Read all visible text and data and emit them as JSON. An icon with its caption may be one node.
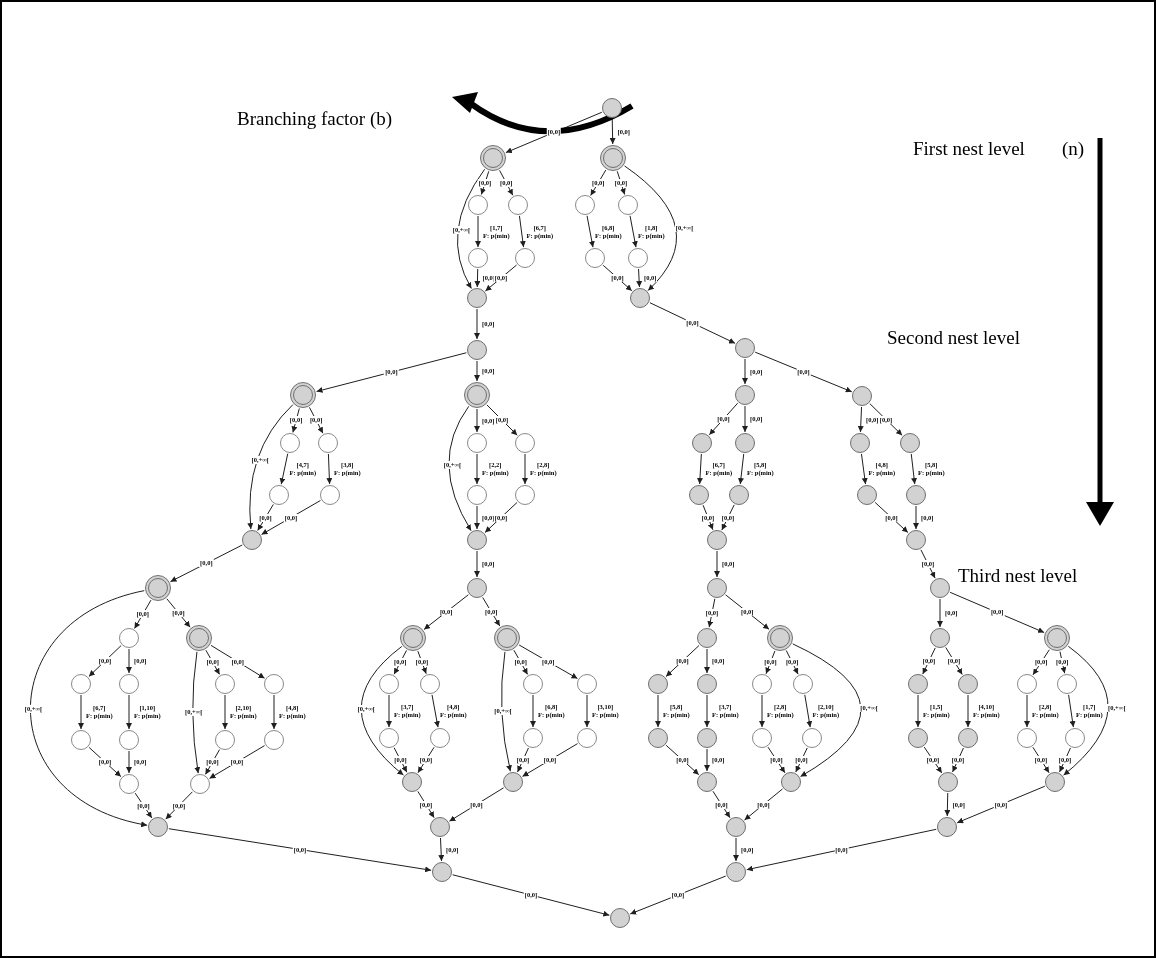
{
  "diagram": {
    "nodes": [
      {
        "text": [],
        "shape": "disc"
      },
      {
        "text": [],
        "shape": "ring"
      },
      {
        "text": [],
        "shape": "ring"
      },
      {
        "text": [],
        "shape": "circle"
      },
      {
        "text": [],
        "shape": "circle"
      },
      {
        "text": [],
        "shape": "circle"
      },
      {
        "text": [],
        "shape": "circle"
      },
      {
        "text": [],
        "shape": "disc"
      },
      {
        "text": [],
        "shape": "circle"
      },
      {
        "text": [],
        "shape": "circle"
      },
      {
        "text": [],
        "shape": "circle"
      },
      {
        "text": [],
        "shape": "circle"
      },
      {
        "text": [],
        "shape": "disc"
      },
      {
        "text": [],
        "shape": "disc"
      },
      {
        "text": [],
        "shape": "disc"
      },
      {
        "text": [],
        "shape": "ring"
      },
      {
        "text": [],
        "shape": "circle"
      },
      {
        "text": [],
        "shape": "circle"
      },
      {
        "text": [],
        "shape": "circle"
      },
      {
        "text": [],
        "shape": "circle"
      },
      {
        "text": [],
        "shape": "disc"
      },
      {
        "text": [],
        "shape": "ring"
      },
      {
        "text": [],
        "shape": "circle"
      },
      {
        "text": [],
        "shape": "circle"
      },
      {
        "text": [],
        "shape": "circle"
      },
      {
        "text": [],
        "shape": "circle"
      },
      {
        "text": [],
        "shape": "disc"
      },
      {
        "text": [],
        "shape": "disc"
      },
      {
        "text": [],
        "shape": "disc"
      },
      {
        "text": [],
        "shape": "disc"
      },
      {
        "text": [],
        "shape": "disc"
      },
      {
        "text": [],
        "shape": "disc"
      },
      {
        "text": [],
        "shape": "disc"
      },
      {
        "text": [],
        "shape": "disc"
      },
      {
        "text": [],
        "shape": "disc"
      },
      {
        "text": [],
        "shape": "disc"
      },
      {
        "text": [],
        "shape": "disc"
      },
      {
        "text": [],
        "shape": "disc"
      },
      {
        "text": [],
        "shape": "disc"
      },
      {
        "text": [],
        "shape": "ring"
      },
      {
        "text": [],
        "shape": "circle"
      },
      {
        "text": [],
        "shape": "circle"
      },
      {
        "text": [],
        "shape": "circle"
      },
      {
        "text": [],
        "shape": "circle"
      },
      {
        "text": [],
        "shape": "circle"
      },
      {
        "text": [],
        "shape": "circle"
      },
      {
        "text": [],
        "shape": "ring"
      },
      {
        "text": [],
        "shape": "circle"
      },
      {
        "text": [],
        "shape": "circle"
      },
      {
        "text": [],
        "shape": "circle"
      },
      {
        "text": [],
        "shape": "circle"
      },
      {
        "text": [],
        "shape": "circle"
      },
      {
        "text": [],
        "shape": "disc"
      },
      {
        "text": [],
        "shape": "disc"
      },
      {
        "text": [],
        "shape": "ring"
      },
      {
        "text": [],
        "shape": "circle"
      },
      {
        "text": [],
        "shape": "circle"
      },
      {
        "text": [],
        "shape": "circle"
      },
      {
        "text": [],
        "shape": "circle"
      },
      {
        "text": [],
        "shape": "disc"
      },
      {
        "text": [],
        "shape": "ring"
      },
      {
        "text": [],
        "shape": "circle"
      },
      {
        "text": [],
        "shape": "circle"
      },
      {
        "text": [],
        "shape": "circle"
      },
      {
        "text": [],
        "shape": "circle"
      },
      {
        "text": [],
        "shape": "disc"
      },
      {
        "text": [],
        "shape": "disc"
      },
      {
        "text": [],
        "shape": "disc"
      },
      {
        "text": [],
        "shape": "disc"
      },
      {
        "text": [],
        "shape": "disc"
      },
      {
        "text": [],
        "shape": "disc"
      },
      {
        "text": [],
        "shape": "disc"
      },
      {
        "text": [],
        "shape": "disc"
      },
      {
        "text": [],
        "shape": "disc"
      },
      {
        "text": [],
        "shape": "disc"
      },
      {
        "text": [],
        "shape": "ring"
      },
      {
        "text": [],
        "shape": "circle"
      },
      {
        "text": [],
        "shape": "circle"
      },
      {
        "text": [],
        "shape": "circle"
      },
      {
        "text": [],
        "shape": "circle"
      },
      {
        "text": [],
        "shape": "disc"
      },
      {
        "text": [],
        "shape": "disc"
      },
      {
        "text": [],
        "shape": "disc"
      },
      {
        "text": [],
        "shape": "disc"
      },
      {
        "text": [],
        "shape": "disc"
      },
      {
        "text": [],
        "shape": "disc"
      },
      {
        "text": [],
        "shape": "disc"
      },
      {
        "text": [],
        "shape": "disc"
      },
      {
        "text": [],
        "shape": "disc"
      },
      {
        "text": [],
        "shape": "disc"
      },
      {
        "text": [],
        "shape": "ring"
      },
      {
        "text": [],
        "shape": "circle"
      },
      {
        "text": [],
        "shape": "circle"
      },
      {
        "text": [],
        "shape": "circle"
      },
      {
        "text": [],
        "shape": "circle"
      },
      {
        "text": [],
        "shape": "disc"
      },
      {
        "text": [],
        "shape": "disc"
      },
      {
        "text": [],
        "shape": "disc"
      }
    ],
    "edges": [
      {
        "from": 0,
        "to": 1,
        "arrow": "to",
        "label": "[0,0]"
      },
      {
        "from": 0,
        "to": 2,
        "arrow": "to",
        "label": "[0,0]"
      },
      {
        "from": 1,
        "to": 3,
        "arrow": "to",
        "label": "[0,0]"
      },
      {
        "from": 1,
        "to": 4,
        "arrow": "to",
        "label": "[0,0]"
      },
      {
        "from": 1,
        "to": 7,
        "arrow": "to",
        "label": "[0,+∞["
      },
      {
        "from": 3,
        "to": 5,
        "arrow": "to",
        "label": "[1,7] F: p(min)"
      },
      {
        "from": 4,
        "to": 6,
        "arrow": "to",
        "label": "[6,7] F: p(min)"
      },
      {
        "from": 5,
        "to": 7,
        "arrow": "to",
        "label": "[0,0]"
      },
      {
        "from": 6,
        "to": 7,
        "arrow": "to",
        "label": "[0,0]"
      },
      {
        "from": 2,
        "to": 8,
        "arrow": "to",
        "label": "[0,0]"
      },
      {
        "from": 2,
        "to": 9,
        "arrow": "to",
        "label": "[0,0]"
      },
      {
        "from": 2,
        "to": 12,
        "arrow": "to",
        "label": "[0,+∞["
      },
      {
        "from": 8,
        "to": 10,
        "arrow": "to",
        "label": "[6,8] F: p(min)"
      },
      {
        "from": 9,
        "to": 11,
        "arrow": "to",
        "label": "[1,8] F: p(min)"
      },
      {
        "from": 10,
        "to": 12,
        "arrow": "to",
        "label": "[0,0]"
      },
      {
        "from": 11,
        "to": 12,
        "arrow": "to",
        "label": "[0,0]"
      },
      {
        "from": 7,
        "to": 13,
        "arrow": "to",
        "label": "[0,0]"
      },
      {
        "from": 12,
        "to": 14,
        "arrow": "to",
        "label": "[0,0]"
      },
      {
        "from": 13,
        "to": 15,
        "arrow": "to",
        "label": "[0,0]"
      },
      {
        "from": 13,
        "to": 21,
        "arrow": "to",
        "label": "[0,0]"
      },
      {
        "from": 15,
        "to": 16,
        "arrow": "to",
        "label": "[0,0]"
      },
      {
        "from": 15,
        "to": 17,
        "arrow": "to",
        "label": "[0,0]"
      },
      {
        "from": 15,
        "to": 20,
        "arrow": "to",
        "label": "[0,+∞["
      },
      {
        "from": 16,
        "to": 18,
        "arrow": "to",
        "label": "[4,7] F: p(min)"
      },
      {
        "from": 17,
        "to": 19,
        "arrow": "to",
        "label": "[3,8] F: p(min)"
      },
      {
        "from": 18,
        "to": 20,
        "arrow": "to",
        "label": "[0,0]"
      },
      {
        "from": 19,
        "to": 20,
        "arrow": "to",
        "label": "[0,0]"
      },
      {
        "from": 21,
        "to": 22,
        "arrow": "to",
        "label": "[0,0]"
      },
      {
        "from": 21,
        "to": 23,
        "arrow": "to",
        "label": "[0,0]"
      },
      {
        "from": 21,
        "to": 26,
        "arrow": "to",
        "label": "[0,+∞["
      },
      {
        "from": 22,
        "to": 24,
        "arrow": "to",
        "label": "[2,2] F: p(min)"
      },
      {
        "from": 23,
        "to": 25,
        "arrow": "to",
        "label": "[2,8] F: p(min)"
      },
      {
        "from": 24,
        "to": 26,
        "arrow": "to",
        "label": "[0,0]"
      },
      {
        "from": 25,
        "to": 26,
        "arrow": "to",
        "label": "[0,0]"
      },
      {
        "from": 14,
        "to": 27,
        "arrow": "to",
        "label": "[0,0]"
      },
      {
        "from": 14,
        "to": 33,
        "arrow": "to",
        "label": "[0,0]"
      },
      {
        "from": 27,
        "to": 28,
        "arrow": "to",
        "label": "[0,0]"
      },
      {
        "from": 27,
        "to": 29,
        "arrow": "to",
        "label": "[0,0]"
      },
      {
        "from": 28,
        "to": 30,
        "arrow": "to",
        "label": "[6,7] F: p(min)"
      },
      {
        "from": 29,
        "to": 31,
        "arrow": "to",
        "label": "[5,8] F: p(min)"
      },
      {
        "from": 30,
        "to": 32,
        "arrow": "to",
        "label": "[0,0]"
      },
      {
        "from": 31,
        "to": 32,
        "arrow": "to",
        "label": "[0,0]"
      },
      {
        "from": 33,
        "to": 34,
        "arrow": "to",
        "label": "[0,0]"
      },
      {
        "from": 33,
        "to": 35,
        "arrow": "to",
        "label": "[0,0]"
      },
      {
        "from": 34,
        "to": 36,
        "arrow": "to",
        "label": "[4,8] F: p(min)"
      },
      {
        "from": 35,
        "to": 37,
        "arrow": "to",
        "label": "[5,8] F: p(min)"
      },
      {
        "from": 36,
        "to": 38,
        "arrow": "to",
        "label": "[0,0]"
      },
      {
        "from": 37,
        "to": 38,
        "arrow": "to",
        "label": "[0,0]"
      },
      {
        "from": 20,
        "to": 39,
        "arrow": "to",
        "label": "[0,0]"
      },
      {
        "from": 39,
        "to": 40,
        "arrow": "to",
        "label": "[0,0]"
      },
      {
        "from": 39,
        "to": 46,
        "arrow": "to",
        "label": "[0,0]"
      },
      {
        "from": 39,
        "to": 52,
        "arrow": "to",
        "label": "[0,+∞["
      },
      {
        "from": 40,
        "to": 41,
        "arrow": "to",
        "label": "[0,0]"
      },
      {
        "from": 40,
        "to": 42,
        "arrow": "to",
        "label": "[0,0]"
      },
      {
        "from": 41,
        "to": 43,
        "arrow": "to",
        "label": "[6,7] F: p(min)"
      },
      {
        "from": 42,
        "to": 44,
        "arrow": "to",
        "label": "[1,10] F: p(min)"
      },
      {
        "from": 43,
        "to": 45,
        "arrow": "to",
        "label": "[0,0]"
      },
      {
        "from": 44,
        "to": 45,
        "arrow": "to",
        "label": "[0,0]"
      },
      {
        "from": 46,
        "to": 47,
        "arrow": "to",
        "label": "[0,0]"
      },
      {
        "from": 46,
        "to": 48,
        "arrow": "to",
        "label": "[0,0]"
      },
      {
        "from": 46,
        "to": 51,
        "arrow": "to",
        "label": "[0,+∞["
      },
      {
        "from": 47,
        "to": 49,
        "arrow": "to",
        "label": "[2,10] F: p(min)"
      },
      {
        "from": 48,
        "to": 50,
        "arrow": "to",
        "label": "[4,8] F: p(min)"
      },
      {
        "from": 49,
        "to": 51,
        "arrow": "to",
        "label": "[0,0]"
      },
      {
        "from": 50,
        "to": 51,
        "arrow": "to",
        "label": "[0,0]"
      },
      {
        "from": 45,
        "to": 52,
        "arrow": "to",
        "label": "[0,0]"
      },
      {
        "from": 51,
        "to": 52,
        "arrow": "to",
        "label": "[0,0]"
      },
      {
        "from": 52,
        "to": 67,
        "arrow": "to",
        "label": "[0,0]"
      },
      {
        "from": 26,
        "to": 53,
        "arrow": "to",
        "label": "[0,0]"
      },
      {
        "from": 53,
        "to": 54,
        "arrow": "to",
        "label": "[0,0]"
      },
      {
        "from": 53,
        "to": 60,
        "arrow": "to",
        "label": "[0,0]"
      },
      {
        "from": 54,
        "to": 55,
        "arrow": "to",
        "label": "[0,0]"
      },
      {
        "from": 54,
        "to": 56,
        "arrow": "to",
        "label": "[0,0]"
      },
      {
        "from": 54,
        "to": 59,
        "arrow": "to",
        "label": "[0,+∞["
      },
      {
        "from": 55,
        "to": 57,
        "arrow": "to",
        "label": "[3,7] F: p(min)"
      },
      {
        "from": 56,
        "to": 58,
        "arrow": "to",
        "label": "[4,8] F: p(min)"
      },
      {
        "from": 57,
        "to": 59,
        "arrow": "to",
        "label": "[0,0]"
      },
      {
        "from": 58,
        "to": 59,
        "arrow": "to",
        "label": "[0,0]"
      },
      {
        "from": 60,
        "to": 61,
        "arrow": "to",
        "label": "[0,0]"
      },
      {
        "from": 60,
        "to": 62,
        "arrow": "to",
        "label": "[0,0]"
      },
      {
        "from": 60,
        "to": 65,
        "arrow": "to",
        "label": "[0,+∞["
      },
      {
        "from": 61,
        "to": 63,
        "arrow": "to",
        "label": "[6,8] F: p(min)"
      },
      {
        "from": 62,
        "to": 64,
        "arrow": "to",
        "label": "[3,10] F: p(min)"
      },
      {
        "from": 63,
        "to": 65,
        "arrow": "to",
        "label": "[0,0]"
      },
      {
        "from": 64,
        "to": 65,
        "arrow": "to",
        "label": "[0,0]"
      },
      {
        "from": 59,
        "to": 66,
        "arrow": "to",
        "label": "[0,0]"
      },
      {
        "from": 65,
        "to": 66,
        "arrow": "to",
        "label": "[0,0]"
      },
      {
        "from": 66,
        "to": 67,
        "arrow": "to",
        "label": "[0,0]"
      },
      {
        "from": 67,
        "to": 97,
        "arrow": "to",
        "label": "[0,0]"
      },
      {
        "from": 32,
        "to": 68,
        "arrow": "to",
        "label": "[0,0]"
      },
      {
        "from": 68,
        "to": 69,
        "arrow": "to",
        "label": "[0,0]"
      },
      {
        "from": 68,
        "to": 75,
        "arrow": "to",
        "label": "[0,0]"
      },
      {
        "from": 69,
        "to": 70,
        "arrow": "to",
        "label": "[0,0]"
      },
      {
        "from": 69,
        "to": 71,
        "arrow": "to",
        "label": "[0,0]"
      },
      {
        "from": 70,
        "to": 72,
        "arrow": "to",
        "label": "[5,8] F: p(min)"
      },
      {
        "from": 71,
        "to": 73,
        "arrow": "to",
        "label": "[3,7] F: p(min)"
      },
      {
        "from": 72,
        "to": 74,
        "arrow": "to",
        "label": "[0,0]"
      },
      {
        "from": 73,
        "to": 74,
        "arrow": "to",
        "label": "[0,0]"
      },
      {
        "from": 75,
        "to": 76,
        "arrow": "to",
        "label": "[0,0]"
      },
      {
        "from": 75,
        "to": 77,
        "arrow": "to",
        "label": "[0,0]"
      },
      {
        "from": 75,
        "to": 80,
        "arrow": "to",
        "label": "[0,+∞["
      },
      {
        "from": 76,
        "to": 78,
        "arrow": "to",
        "label": "[2,8] F: p(min)"
      },
      {
        "from": 77,
        "to": 79,
        "arrow": "to",
        "label": "[2,10] F: p(min)"
      },
      {
        "from": 78,
        "to": 80,
        "arrow": "to",
        "label": "[0,0]"
      },
      {
        "from": 79,
        "to": 80,
        "arrow": "to",
        "label": "[0,0]"
      },
      {
        "from": 74,
        "to": 81,
        "arrow": "to",
        "label": "[0,0]"
      },
      {
        "from": 80,
        "to": 81,
        "arrow": "to",
        "label": "[0,0]"
      },
      {
        "from": 81,
        "to": 82,
        "arrow": "to",
        "label": "[0,0]"
      },
      {
        "from": 82,
        "to": 97,
        "arrow": "to",
        "label": "[0,0]"
      },
      {
        "from": 38,
        "to": 83,
        "arrow": "to",
        "label": "[0,0]"
      },
      {
        "from": 83,
        "to": 84,
        "arrow": "to",
        "label": "[0,0]"
      },
      {
        "from": 83,
        "to": 90,
        "arrow": "to",
        "label": "[0,0]"
      },
      {
        "from": 84,
        "to": 85,
        "arrow": "to",
        "label": "[0,0]"
      },
      {
        "from": 84,
        "to": 86,
        "arrow": "to",
        "label": "[0,0]"
      },
      {
        "from": 85,
        "to": 87,
        "arrow": "to",
        "label": "[1,5] F: p(min)"
      },
      {
        "from": 86,
        "to": 88,
        "arrow": "to",
        "label": "[4,10] F: p(min)"
      },
      {
        "from": 87,
        "to": 89,
        "arrow": "to",
        "label": "[0,0]"
      },
      {
        "from": 88,
        "to": 89,
        "arrow": "to",
        "label": "[0,0]"
      },
      {
        "from": 90,
        "to": 91,
        "arrow": "to",
        "label": "[0,0]"
      },
      {
        "from": 90,
        "to": 92,
        "arrow": "to",
        "label": "[0,0]"
      },
      {
        "from": 90,
        "to": 95,
        "arrow": "to",
        "label": "[0,+∞["
      },
      {
        "from": 91,
        "to": 93,
        "arrow": "to",
        "label": "[2,8] F: p(min)"
      },
      {
        "from": 92,
        "to": 94,
        "arrow": "to",
        "label": "[1,7] F: p(min)"
      },
      {
        "from": 93,
        "to": 95,
        "arrow": "to",
        "label": "[0,0]"
      },
      {
        "from": 94,
        "to": 95,
        "arrow": "to",
        "label": "[0,0]"
      },
      {
        "from": 89,
        "to": 96,
        "arrow": "to",
        "label": "[0,0]"
      },
      {
        "from": 95,
        "to": 96,
        "arrow": "to",
        "label": "[0,0]"
      },
      {
        "from": 96,
        "to": 82,
        "arrow": "to",
        "label": "[0,0]"
      }
    ],
    "labels": [
      "Branching factor (b)",
      "First nest level",
      "(n)",
      "Second nest level",
      "Third nest level"
    ]
  }
}
